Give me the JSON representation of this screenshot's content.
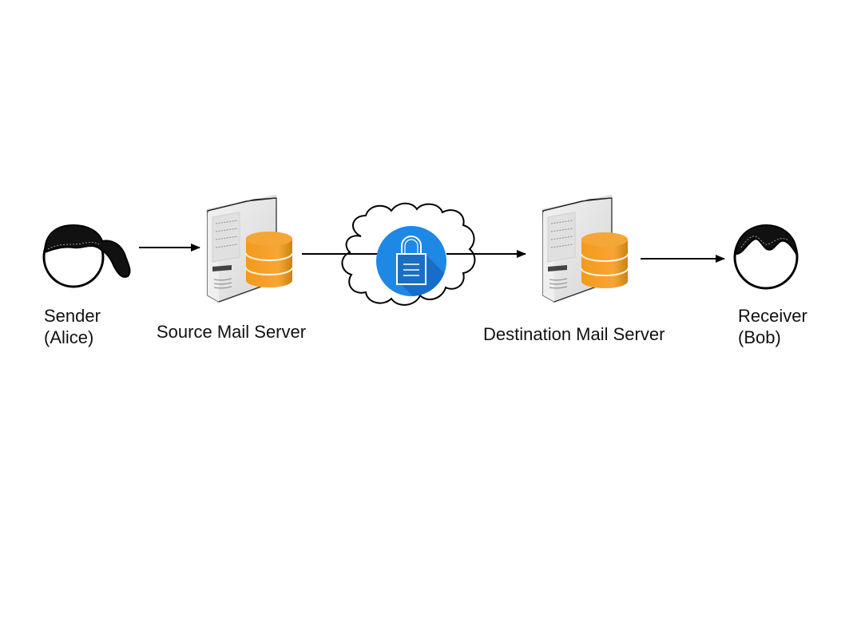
{
  "diagram": {
    "title": "Encrypted email transfer",
    "nodes": [
      {
        "id": "sender",
        "label_line1": "Sender",
        "label_line2": "(Alice)",
        "icon": "person-female-icon"
      },
      {
        "id": "source_server",
        "label": "Source Mail Server",
        "icon": "mail-server-database-icon"
      },
      {
        "id": "network",
        "label": "",
        "icon": "cloud-lock-icon"
      },
      {
        "id": "dest_server",
        "label": "Destination Mail Server",
        "icon": "mail-server-database-icon"
      },
      {
        "id": "receiver",
        "label_line1": "Receiver",
        "label_line2": "(Bob)",
        "icon": "person-male-icon"
      }
    ],
    "edges": [
      {
        "from": "sender",
        "to": "source_server",
        "directed": true
      },
      {
        "from": "source_server",
        "to": "network",
        "directed": false
      },
      {
        "from": "network",
        "to": "dest_server",
        "directed": true
      },
      {
        "from": "dest_server",
        "to": "receiver",
        "directed": true
      }
    ],
    "colors": {
      "lock_blue": "#1e88e5",
      "lock_shadow": "#1565c0",
      "database_orange": "#f39c1f",
      "server_gray": "#e6e6e6",
      "stroke": "#000000"
    }
  }
}
